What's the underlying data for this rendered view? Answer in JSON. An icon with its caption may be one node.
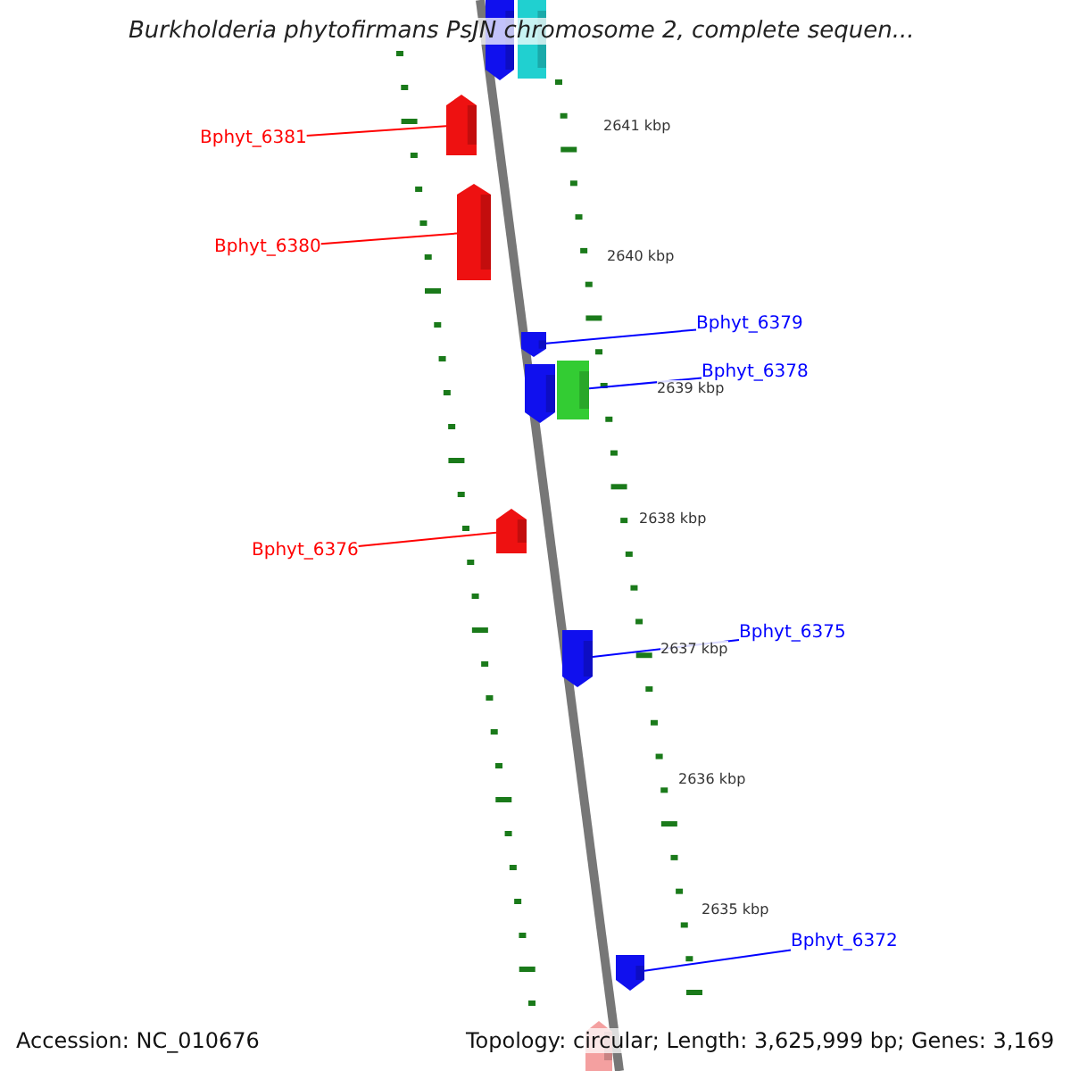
{
  "diagram": {
    "title": "Burkholderia phytofirmans PsJN chromosome 2, complete sequen...",
    "nodes": [
      {
        "text": [],
        "shape": "arrow"
      },
      {
        "text": [],
        "shape": "box"
      },
      {
        "text": [
          "Bphyt_6381"
        ]
      },
      {
        "text": [],
        "shape": "arrow"
      },
      {
        "text": [
          "Bphyt_6380"
        ]
      },
      {
        "text": [],
        "shape": "arrow"
      },
      {
        "text": [
          "Bphyt_6379"
        ]
      },
      {
        "text": [],
        "shape": "arrow"
      },
      {
        "text": [
          "Bphyt_6378"
        ]
      },
      {
        "text": [],
        "shape": "arrow"
      },
      {
        "text": [],
        "shape": "box"
      },
      {
        "text": [
          "Bphyt_6376"
        ]
      },
      {
        "text": [],
        "shape": "arrow"
      },
      {
        "text": [
          "Bphyt_6375"
        ]
      },
      {
        "text": [],
        "shape": "arrow"
      },
      {
        "text": [
          "Bphyt_6372"
        ]
      },
      {
        "text": [],
        "shape": "arrow"
      },
      {
        "text": [],
        "shape": "arrow"
      }
    ],
    "edges": [
      {
        "from": 2,
        "to": 3,
        "arrow": "none",
        "color": "#ff0000"
      },
      {
        "from": 4,
        "to": 5,
        "arrow": "none",
        "color": "#ff0000"
      },
      {
        "from": 6,
        "to": 7,
        "arrow": "none"
      },
      {
        "from": 8,
        "to": 10,
        "arrow": "none"
      },
      {
        "from": 11,
        "to": 12,
        "arrow": "none",
        "color": "#ff0000"
      },
      {
        "from": 13,
        "to": 14,
        "arrow": "none"
      },
      {
        "from": 15,
        "to": 16,
        "arrow": "none"
      }
    ],
    "labels": [
      "2641 kbp",
      "2640 kbp",
      "2639 kbp",
      "2638 kbp",
      "2637 kbp",
      "2636 kbp",
      "2635 kbp",
      "Accession: NC_010676",
      "Topology: circular; Length: 3,625,999 bp; Genes: 3,169"
    ]
  }
}
